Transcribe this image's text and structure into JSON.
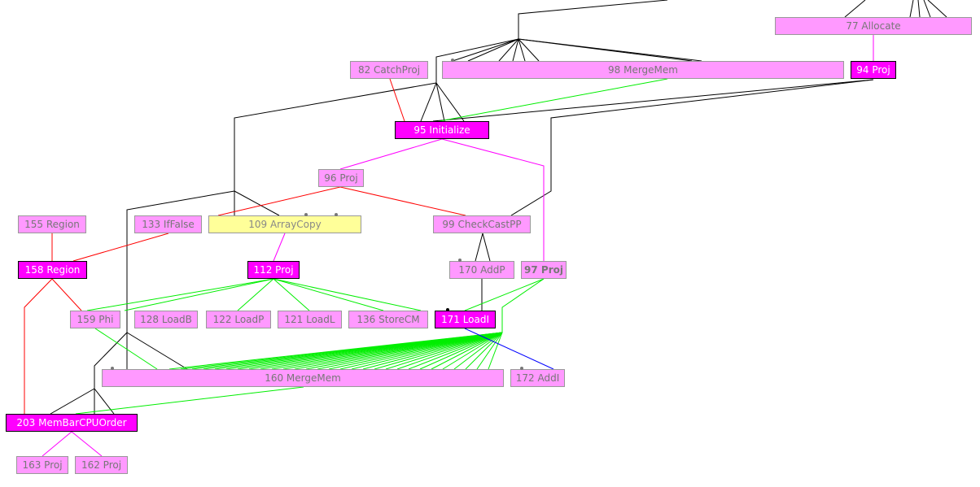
{
  "graph": {
    "nodes": {
      "n77": "77 Allocate",
      "n82": "82 CatchProj",
      "n98": "98 MergeMem",
      "n94": "94 Proj",
      "n95": "95 Initialize",
      "n96": "96 Proj",
      "n155": "155 Region",
      "n133": "133 IfFalse",
      "n109": "109 ArrayCopy",
      "n99": "99 CheckCastPP",
      "n158": "158 Region",
      "n112": "112 Proj",
      "n170": "170 AddP",
      "n97": "97 Proj",
      "n159": "159 Phi",
      "n128": "128 LoadB",
      "n122": "122 LoadP",
      "n121": "121 LoadL",
      "n136": "136 StoreCM",
      "n171": "171 LoadI",
      "n160": "160 MergeMem",
      "n172": "172 AddI",
      "n203": "203 MemBarCPUOrder",
      "n163": "163 Proj",
      "n162": "162 Proj"
    },
    "colors": {
      "control": "#000000",
      "region": "#ff0000",
      "memory": "#00ee00",
      "projection": "#ff00ff",
      "data": "#0000ff",
      "node_fill": "#ff99ff",
      "selected_fill": "#ff00ff",
      "arraycopy_fill": "#ffff99"
    }
  }
}
